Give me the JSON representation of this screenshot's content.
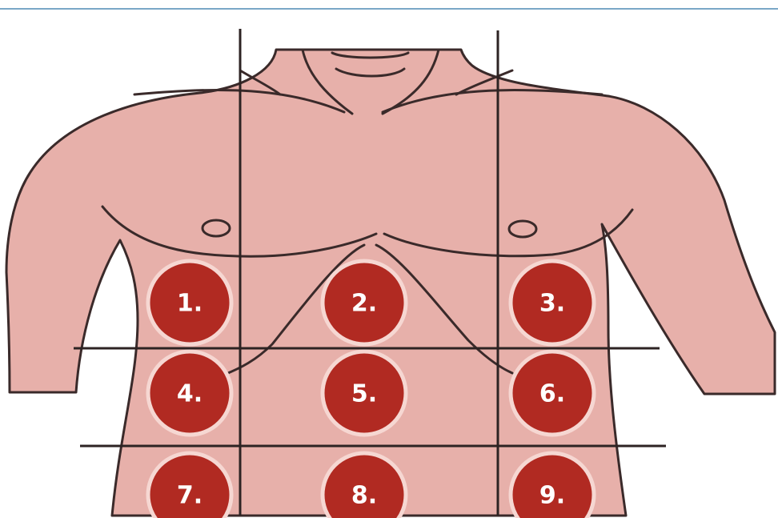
{
  "diagram": {
    "colors": {
      "skin": "#e7b0aa",
      "outline": "#3a2a2a",
      "grid_line": "#2d2323",
      "circle_fill": "#b12a22",
      "circle_ring": "#f6d7d2",
      "label_text": "#ffffff",
      "background": "#ffffff",
      "top_border": "#7aa7c7"
    },
    "regions": [
      {
        "label": "1."
      },
      {
        "label": "2."
      },
      {
        "label": "3."
      },
      {
        "label": "4."
      },
      {
        "label": "5."
      },
      {
        "label": "6."
      },
      {
        "label": "7."
      },
      {
        "label": "8."
      },
      {
        "label": "9."
      }
    ]
  }
}
